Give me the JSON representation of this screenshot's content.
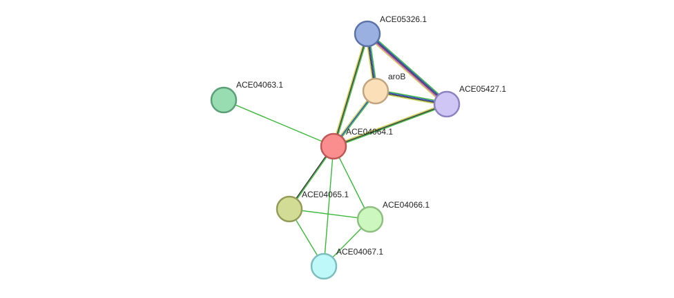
{
  "nodes": [
    {
      "id": "ACE05326",
      "label": "ACE05326.1",
      "fill": "#9AB0E0",
      "stroke": "#5B73A8"
    },
    {
      "id": "aroB",
      "label": "aroB",
      "fill": "#FBDFB8",
      "stroke": "#BFA57F"
    },
    {
      "id": "ACE05427",
      "label": "ACE05427.1",
      "fill": "#CFC6F6",
      "stroke": "#8C82C2"
    },
    {
      "id": "ACE04063",
      "label": "ACE04063.1",
      "fill": "#98DDB2",
      "stroke": "#5C9E76"
    },
    {
      "id": "ACE04064",
      "label": "ACE04064.1",
      "fill": "#FA8E8E",
      "stroke": "#C05757"
    },
    {
      "id": "ACE04065",
      "label": "ACE04065.1",
      "fill": "#D3DC94",
      "stroke": "#939B58"
    },
    {
      "id": "ACE04066",
      "label": "ACE04066.1",
      "fill": "#CCF7BF",
      "stroke": "#8DBF80"
    },
    {
      "id": "ACE04067",
      "label": "ACE04067.1",
      "fill": "#BFF8F8",
      "stroke": "#7CBDBD"
    }
  ],
  "edges": [
    {
      "source": "ACE05326",
      "target": "aroB",
      "colors": [
        "#3ab83a",
        "#1f3fbf",
        "#333333",
        "#c8d24a"
      ]
    },
    {
      "source": "ACE05326",
      "target": "ACE05427",
      "colors": [
        "#3ab83a",
        "#1f3fbf",
        "#333333",
        "#cc44cc",
        "#c8d24a"
      ]
    },
    {
      "source": "ACE05326",
      "target": "ACE04064",
      "colors": [
        "#3ab83a",
        "#333333",
        "#c8d24a"
      ]
    },
    {
      "source": "aroB",
      "target": "ACE05427",
      "colors": [
        "#3ab83a",
        "#1f3fbf",
        "#333333",
        "#c8d24a"
      ]
    },
    {
      "source": "aroB",
      "target": "ACE04064",
      "colors": [
        "#3ab83a",
        "#1f3fbf",
        "#c8d24a"
      ]
    },
    {
      "source": "ACE05427",
      "target": "ACE04064",
      "colors": [
        "#3ab83a",
        "#333333",
        "#c8d24a"
      ]
    },
    {
      "source": "ACE04063",
      "target": "ACE04064",
      "colors": [
        "#3ab83a"
      ]
    },
    {
      "source": "ACE04064",
      "target": "ACE04065",
      "colors": [
        "#3ab83a",
        "#333333"
      ]
    },
    {
      "source": "ACE04064",
      "target": "ACE04066",
      "colors": [
        "#3ab83a"
      ]
    },
    {
      "source": "ACE04064",
      "target": "ACE04067",
      "colors": [
        "#3ab83a"
      ]
    },
    {
      "source": "ACE04065",
      "target": "ACE04066",
      "colors": [
        "#3ab83a"
      ]
    },
    {
      "source": "ACE04065",
      "target": "ACE04067",
      "colors": [
        "#3ab83a"
      ]
    },
    {
      "source": "ACE04066",
      "target": "ACE04067",
      "colors": [
        "#3ab83a"
      ]
    }
  ]
}
